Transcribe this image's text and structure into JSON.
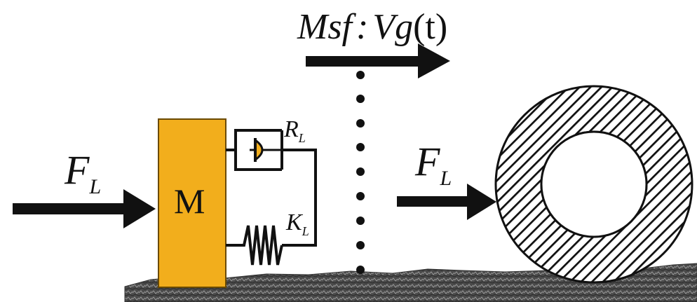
{
  "colors": {
    "mass_fill": "#f2ae1c",
    "mass_stroke": "#6b4a00",
    "ink": "#111111",
    "ground": "#555555"
  },
  "labels": {
    "source": {
      "main": "Msf",
      "sep": ":",
      "var": "Vg",
      "arg": "(t)"
    },
    "force_left": {
      "main": "F",
      "sub": "L"
    },
    "force_right": {
      "main": "F",
      "sub": "L"
    },
    "mass": "M",
    "damper": {
      "main": "R",
      "sub": "L"
    },
    "spring": {
      "main": "K",
      "sub": "L"
    }
  }
}
